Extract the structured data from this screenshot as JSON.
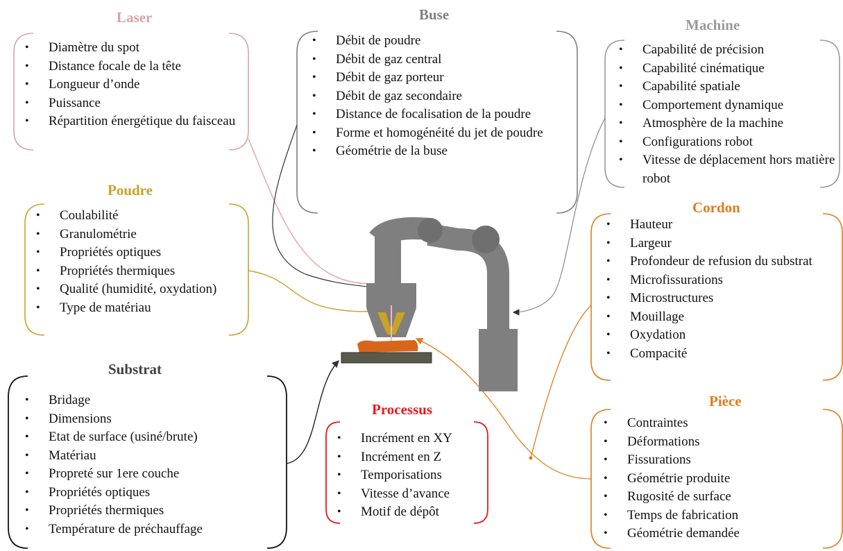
{
  "groups": {
    "laser": {
      "title": "Laser",
      "color": "#d9a3ab",
      "items": [
        "Diamètre du spot",
        "Distance focale de la tête",
        "Longueur d’onde",
        "Puissance",
        "Répartition énergétique du faisceau"
      ]
    },
    "buse": {
      "title": "Buse",
      "color": "#808080",
      "items": [
        "Débit de poudre",
        "Débit de gaz central",
        "Débit de gaz porteur",
        "Débit de gaz secondaire",
        "Distance de focalisation de la poudre",
        "Forme et homogénéité du jet de poudre",
        "Géométrie de la buse"
      ]
    },
    "machine": {
      "title": "Machine",
      "color": "#9a9a9a",
      "items": [
        "Capabilité de précision",
        "Capabilité cinématique",
        "Capabilité spatiale",
        "Comportement dynamique",
        "Atmosphère de la machine",
        "Configurations robot",
        "Vitesse de déplacement hors matière robot"
      ]
    },
    "poudre": {
      "title": "Poudre",
      "color": "#c9a227",
      "items": [
        "Coulabilité",
        "Granulométrie",
        "Propriétés optiques",
        "Propriétés thermiques",
        "Qualité (humidité, oxydation)",
        "Type de matériau"
      ]
    },
    "cordon": {
      "title": "Cordon",
      "color": "#e07b1a",
      "items": [
        "Hauteur",
        "Largeur",
        "Profondeur de refusion du substrat",
        "Microfissurations",
        "Microstructures",
        "Mouillage",
        "Oxydation",
        "Compacité"
      ]
    },
    "substrat": {
      "title": "Substrat",
      "color": "#404040",
      "items": [
        "Bridage",
        "Dimensions",
        "Etat de surface (usiné/brute)",
        "Matériau",
        "Propreté sur 1ere couche",
        "Propriétés optiques",
        "Propriétés thermiques",
        "Température de préchauffage"
      ]
    },
    "processus": {
      "title": "Processus",
      "color": "#e8191e",
      "items": [
        "Incrément en XY",
        "Incrément en Z",
        "Temporisations",
        "Vitesse d’avance",
        "Motif de dépôt"
      ]
    },
    "piece": {
      "title": "Pièce",
      "color": "#e07b1a",
      "items": [
        "Contraintes",
        "Déformations",
        "Fissurations",
        "Géométrie produite",
        "Rugosité de surface",
        "Temps de fabrication",
        "Géométrie demandée"
      ]
    }
  },
  "colors": {
    "robot": "#7f7f7f",
    "nozzle_gold": "#c9a227",
    "part": "#d7661a",
    "table": "#5a5a4a",
    "laser_beam": "#f0b8c0"
  }
}
